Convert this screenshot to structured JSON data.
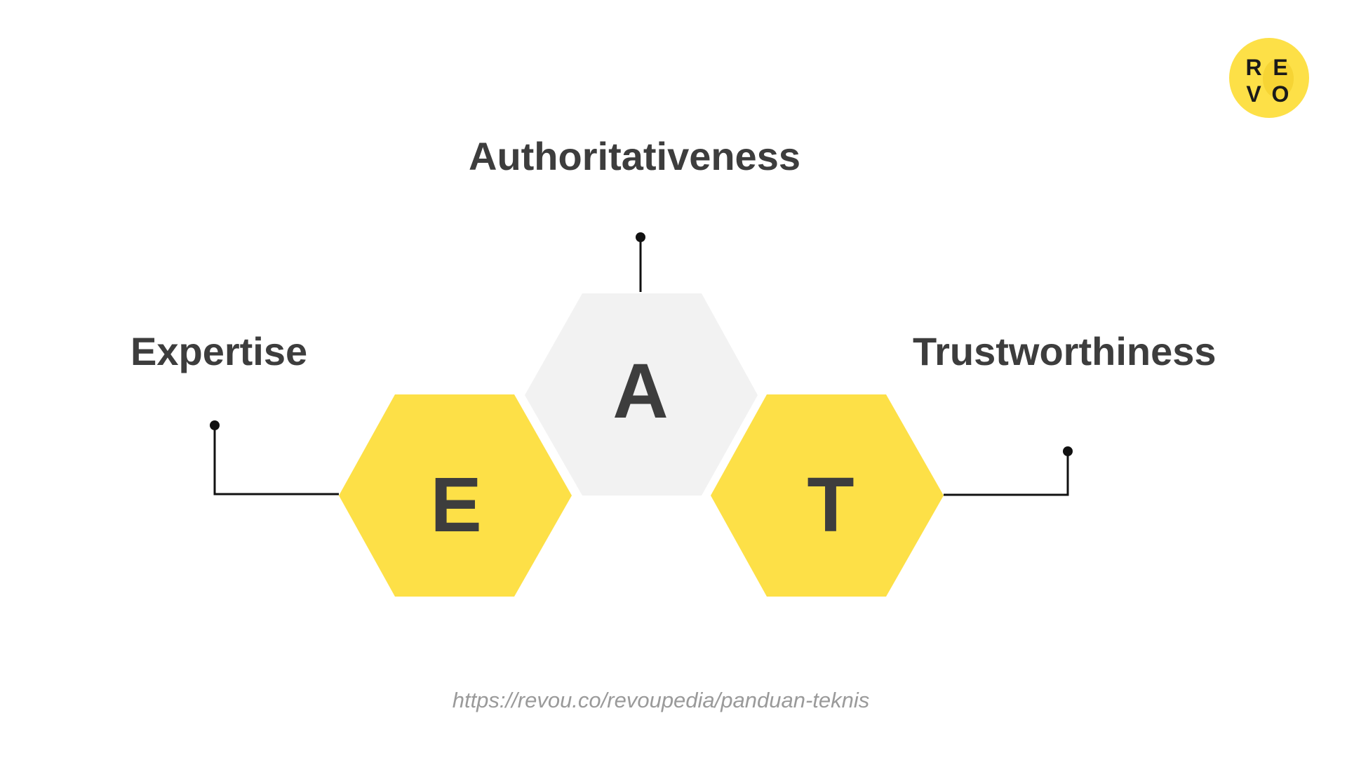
{
  "labels": {
    "authoritativeness": "Authoritativeness",
    "expertise": "Expertise",
    "trustworthiness": "Trustworthiness"
  },
  "hexagons": {
    "a": {
      "letter": "A",
      "color": "#f2f2f2"
    },
    "e": {
      "letter": "E",
      "color": "#fde047"
    },
    "t": {
      "letter": "T",
      "color": "#fde047"
    }
  },
  "source_url": "https://revou.co/revoupedia/panduan-teknis",
  "logo": {
    "letters": [
      "R",
      "E",
      "V",
      "O"
    ],
    "color": "#fde047"
  },
  "colors": {
    "text": "#3d3d3d",
    "connector": "#111111",
    "url": "#9a9a9a"
  }
}
